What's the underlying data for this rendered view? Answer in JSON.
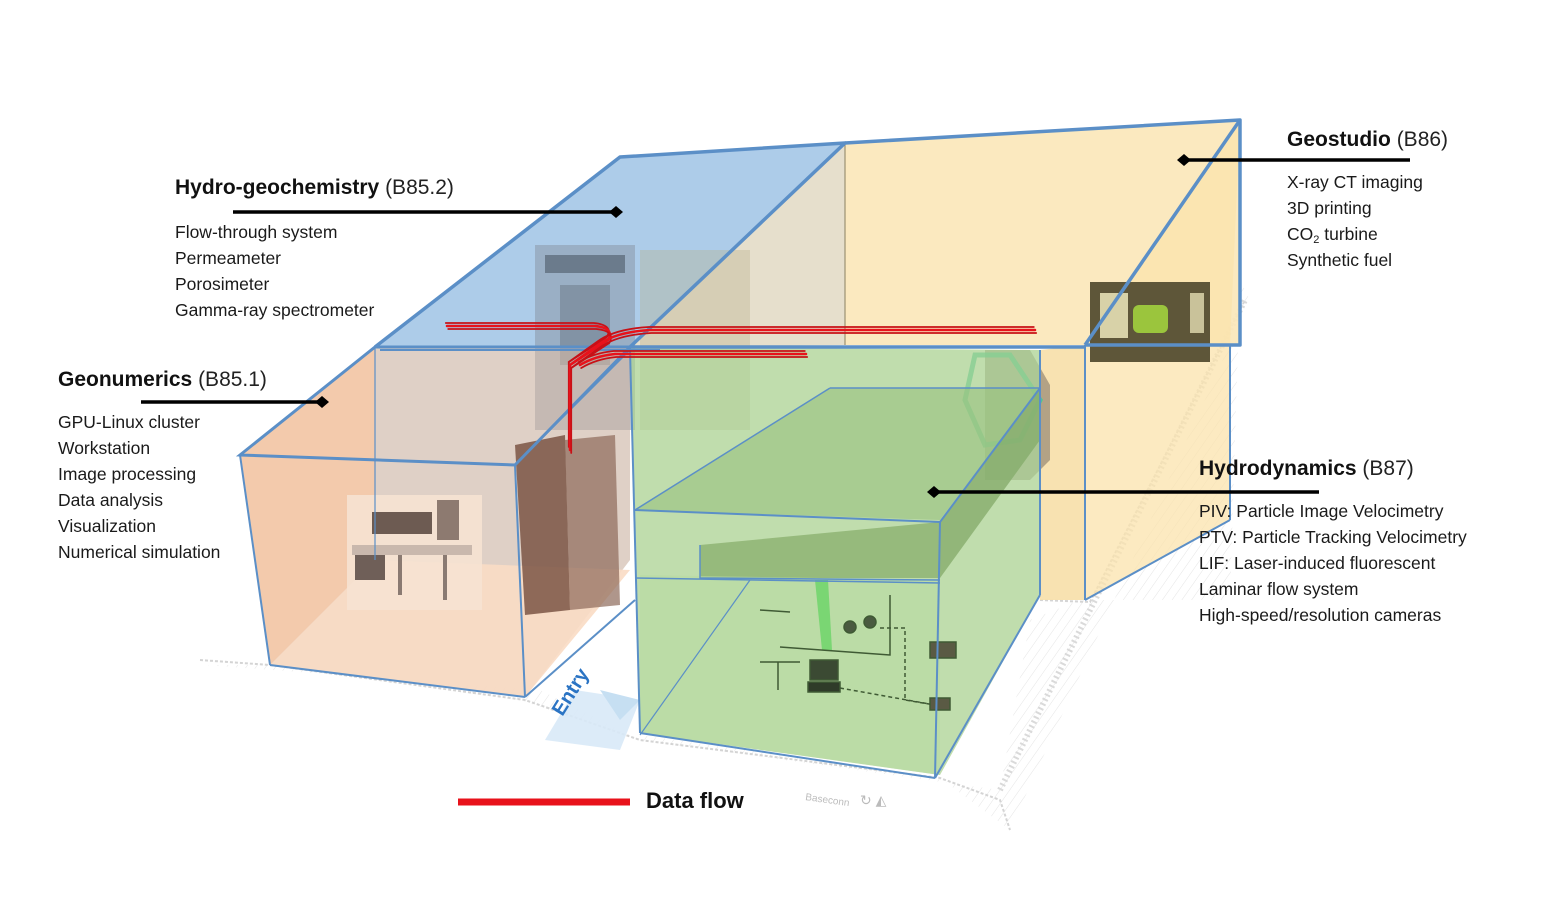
{
  "labs": [
    {
      "id": "hydro-geochemistry",
      "name": "Hydro-geochemistry",
      "code": "(B85.2)",
      "color": "#a9c9e8",
      "items": [
        "Flow-through system",
        "Permeameter",
        "Porosimeter",
        "Gamma-ray spectrometer"
      ]
    },
    {
      "id": "geonumerics",
      "name": "Geonumerics",
      "code": "(B85.1)",
      "color": "#f5c9a8",
      "items": [
        "GPU-Linux cluster",
        "Workstation",
        "Image processing",
        "Data analysis",
        "Visualization",
        "Numerical simulation"
      ]
    },
    {
      "id": "geostudio",
      "name": "Geostudio",
      "code": "(B86)",
      "color": "#fbe7b8",
      "items": [
        "X-ray CT imaging",
        "3D printing",
        "CO|2| turbine",
        "Synthetic fuel"
      ]
    },
    {
      "id": "hydrodynamics",
      "name": "Hydrodynamics",
      "code": "(B87)",
      "color": "#a8d08d",
      "items": [
        "PIV: Particle Image Velocimetry",
        "PTV: Particle Tracking Velocimetry",
        "LIF: Laser-induced fluorescent",
        "Laminar flow system",
        "High-speed/resolution cameras"
      ]
    }
  ],
  "entry_label": "Entry",
  "legend": {
    "label": "Data flow",
    "color": "#e8121b"
  },
  "colors": {
    "edge": "#5b8fc7",
    "leader": "#000000",
    "floorplan": "#c8c8c8"
  }
}
